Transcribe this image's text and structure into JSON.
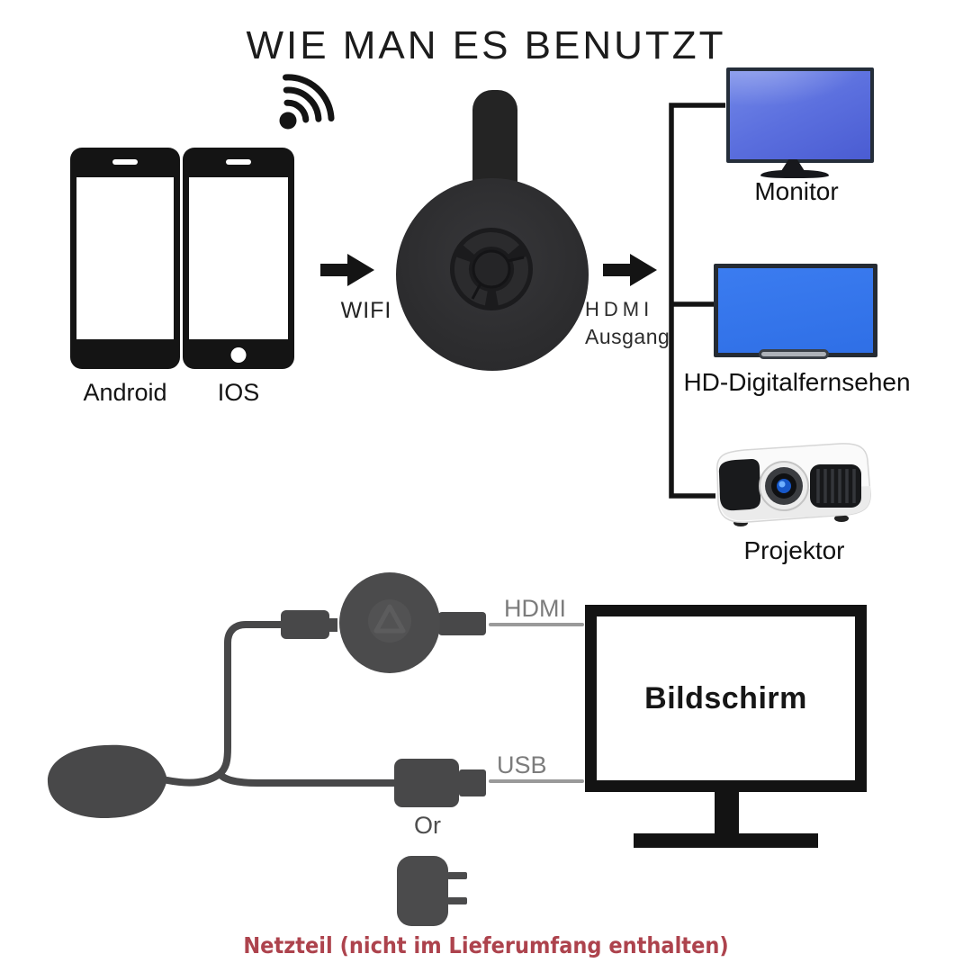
{
  "title": "WIE MAN ES BENUTZT",
  "devices": {
    "android": "Android",
    "ios": "IOS"
  },
  "flow": {
    "wifi": "WIFI",
    "hdmi_line1": "HDMI",
    "hdmi_line2": "Ausgang"
  },
  "outputs": {
    "monitor": "Monitor",
    "tv": "HD-Digitalfernsehen",
    "projector": "Projektor"
  },
  "bottom": {
    "hdmi": "HDMI",
    "usb": "USB",
    "or": "Or",
    "screen": "Bildschirm",
    "note": "Netzteil (nicht im Lieferumfang enthalten)"
  },
  "colors": {
    "monitor_blue": "#5b6fde",
    "tv_blue": "#3173ea",
    "note_red": "#ad434d",
    "device_gray": "#484849",
    "line_gray": "#9a9a9a",
    "ink_black": "#141414"
  }
}
